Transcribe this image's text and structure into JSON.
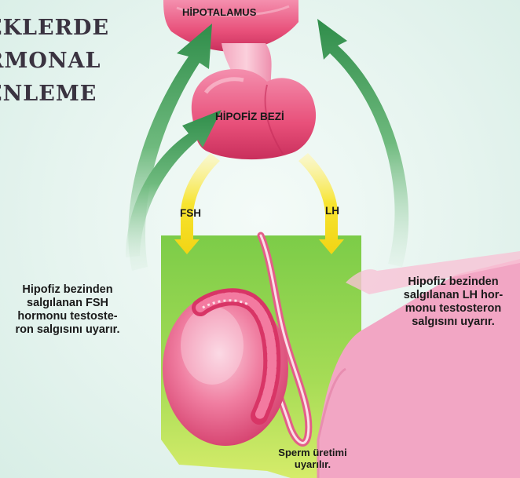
{
  "title_lines": [
    "EKLERDE",
    "RMONAL",
    "ENLEME"
  ],
  "labels": {
    "hypothalamus": "HİPOTALAMUS",
    "pituitary": "HİPOFİZ BEZİ",
    "fsh": "FSH",
    "lh": "LH",
    "sperm": [
      "Sperm üretimi",
      "uyarılır."
    ]
  },
  "left_note": [
    "Hipofiz bezinden",
    "salgılanan FSH",
    "hormonu testoste-",
    "ron salgısını uyarır."
  ],
  "right_note": [
    "Hipofiz bezinden",
    "salgılanan LH hor-",
    "monu testosteron",
    "salgısını uyarır."
  ],
  "colors": {
    "arrow_green": "#3f9a55",
    "arrow_yellow": "#f4dd1a",
    "gland_pink": "#e8507a",
    "tissue_green": "#8fd24a",
    "tissue_pink": "#f2a6c4"
  }
}
